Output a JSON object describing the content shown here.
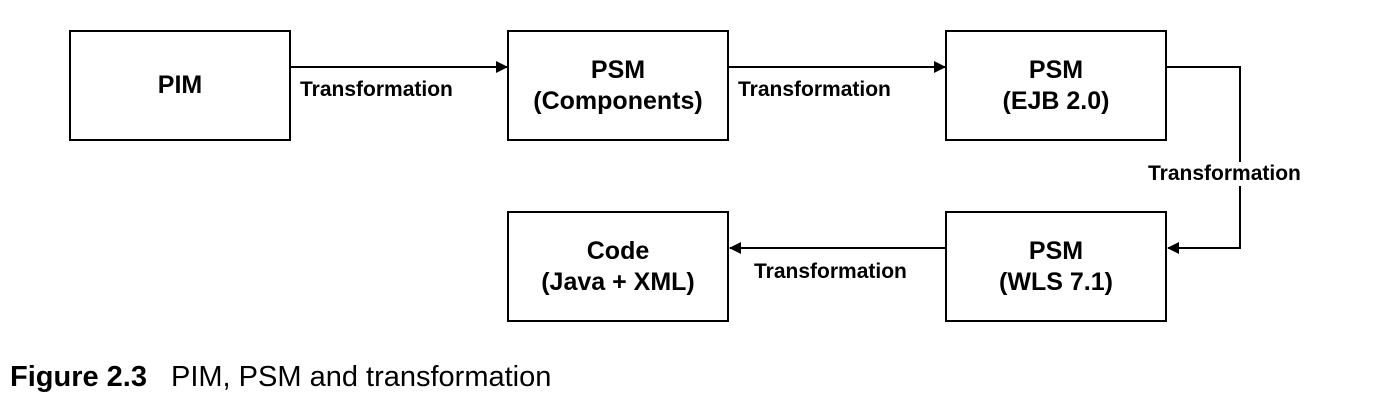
{
  "diagram": {
    "nodes": [
      {
        "id": "pim",
        "lines": [
          "PIM"
        ]
      },
      {
        "id": "psm_components",
        "lines": [
          "PSM",
          "(Components)"
        ]
      },
      {
        "id": "psm_ejb",
        "lines": [
          "PSM",
          "(EJB 2.0)"
        ]
      },
      {
        "id": "psm_wls",
        "lines": [
          "PSM",
          "(WLS 7.1)"
        ]
      },
      {
        "id": "code",
        "lines": [
          "Code",
          "(Java + XML)"
        ]
      }
    ],
    "edges": [
      {
        "from": "pim",
        "to": "psm_components",
        "label": "Transformation"
      },
      {
        "from": "psm_components",
        "to": "psm_ejb",
        "label": "Transformation"
      },
      {
        "from": "psm_ejb",
        "to": "psm_wls",
        "label": "Transformation"
      },
      {
        "from": "psm_wls",
        "to": "code",
        "label": "Transformation"
      }
    ]
  },
  "caption": {
    "label": "Figure 2.3",
    "text": "PIM, PSM and transformation"
  }
}
